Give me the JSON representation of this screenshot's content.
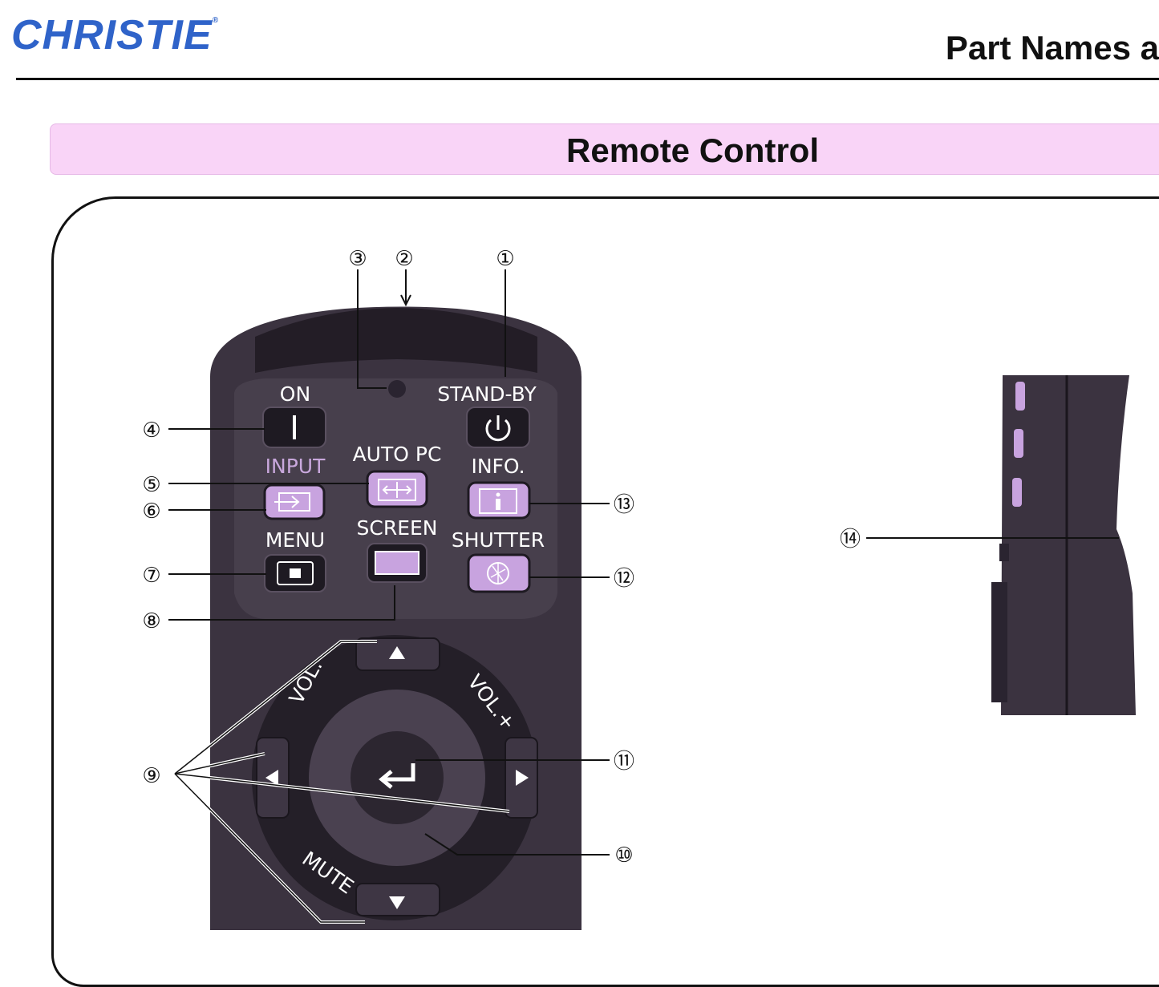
{
  "header": {
    "logo": "CHRISTIE",
    "logo_mark": "®",
    "title": "Part Names a"
  },
  "section": {
    "title": "Remote Control"
  },
  "remote": {
    "buttons": {
      "on": "ON",
      "standby": "STAND-BY",
      "input": "INPUT",
      "auto_pc": "AUTO PC",
      "info": "INFO.",
      "menu": "MENU",
      "screen": "SCREEN",
      "shutter": "SHUTTER",
      "vol_minus": "VOL.-",
      "vol_plus": "VOL.+",
      "mute": "MUTE"
    },
    "callouts": [
      "①",
      "②",
      "③",
      "④",
      "⑤",
      "⑥",
      "⑦",
      "⑧",
      "⑨",
      "⑩",
      "⑪",
      "⑫",
      "⑬",
      "⑭"
    ]
  }
}
